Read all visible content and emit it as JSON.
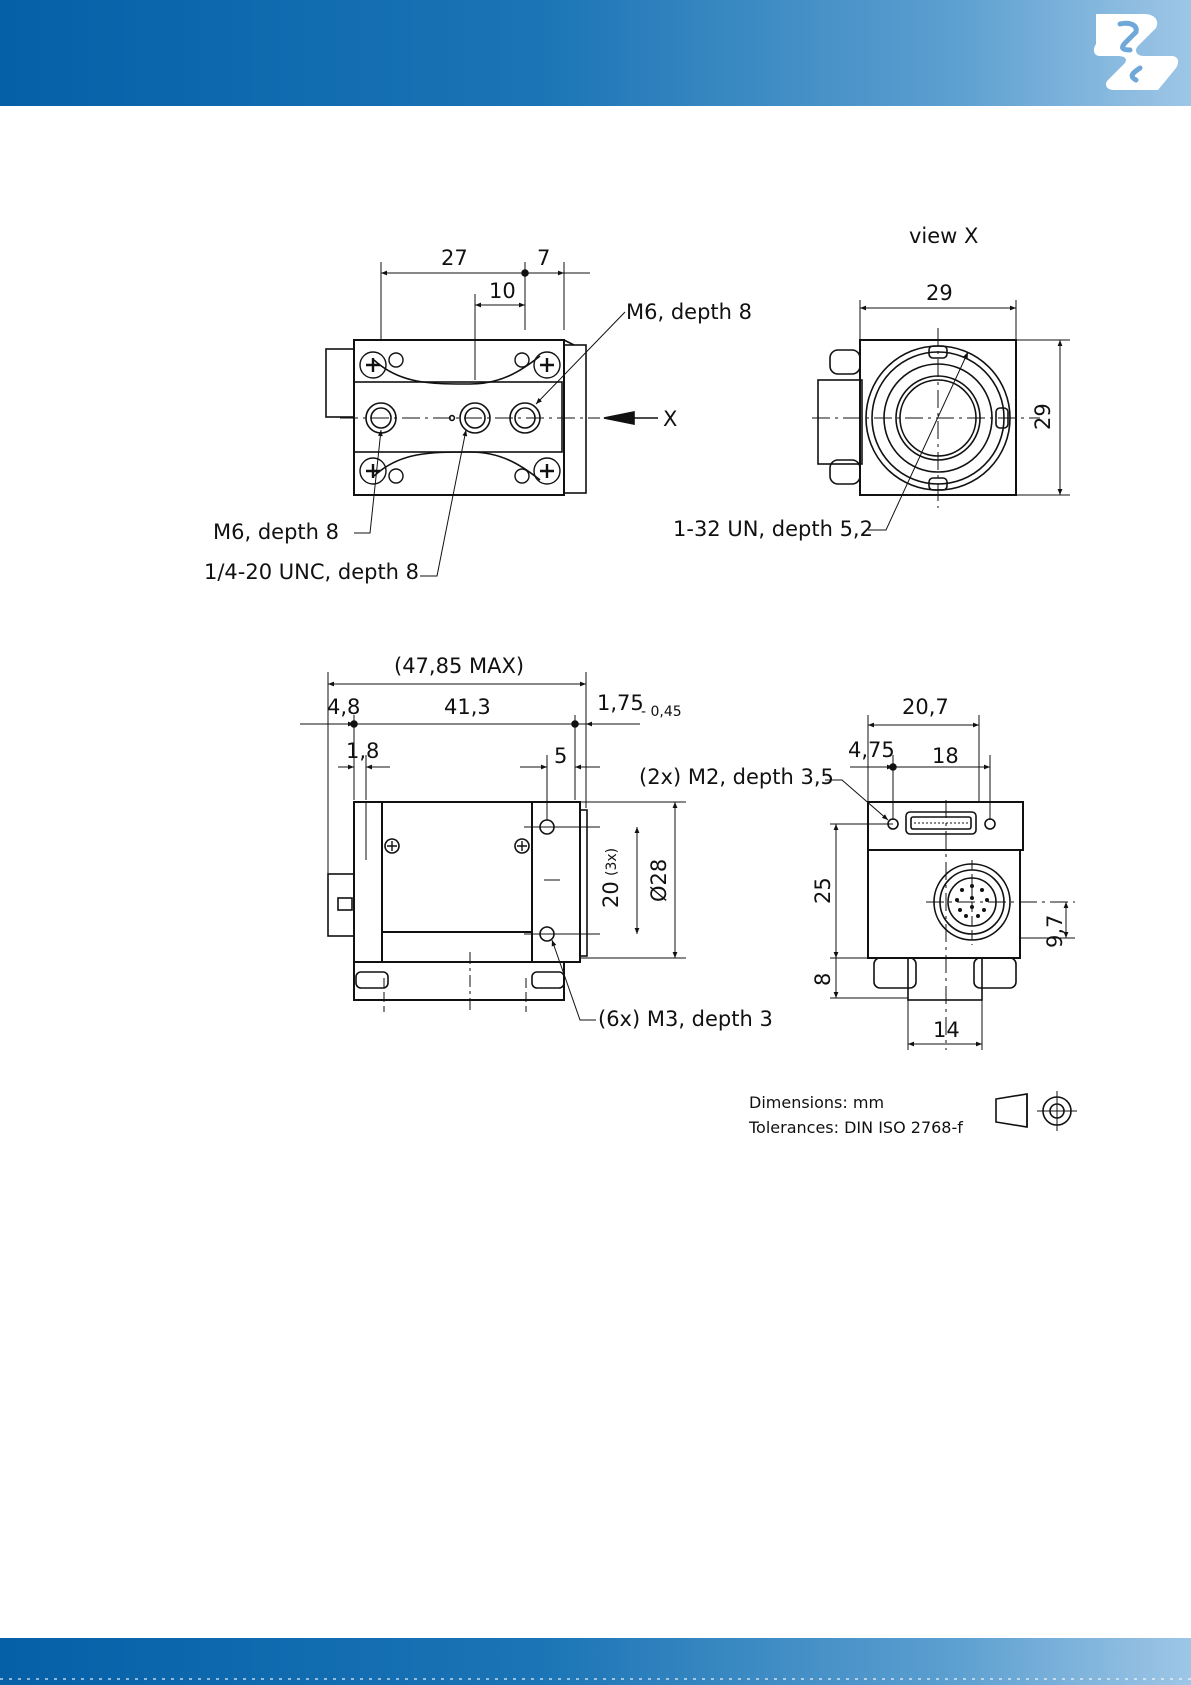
{
  "colors": {
    "band": "#1a74b5",
    "ink": "#1a1a1a",
    "logo": "#ffffff"
  },
  "icons": [
    "s-logo-icon",
    "tolerance-cone-icon",
    "projection-symbol-icon"
  ],
  "top_view": {
    "dim_27": "27",
    "dim_7": "7",
    "dim_10": "10",
    "callout_m6_right": "M6, depth 8",
    "view_marker": "X",
    "callout_m6_left": "M6, depth 8",
    "callout_unc": "1/4-20 UNC, depth 8"
  },
  "view_x": {
    "title": "view X",
    "dim_width": "29",
    "dim_height": "29",
    "callout_thread": "1-32 UN, depth 5,2"
  },
  "side_view": {
    "dim_overall": "(47,85 MAX)",
    "dim_4_8": "4,8",
    "dim_41_3": "41,3",
    "dim_1_75": "1,75",
    "dim_tolerance": "- 0,45",
    "dim_1_8": "1,8",
    "dim_5": "5",
    "dim_20": "20",
    "dim_3x": "(3x)",
    "dim_dia28": "Ø28",
    "callout_m3": "(6x) M3, depth 3"
  },
  "rear_view": {
    "dim_20_7": "20,7",
    "dim_4_75": "4,75",
    "dim_18": "18",
    "callout_m2": "(2x) M2, depth 3,5",
    "dim_25": "25",
    "dim_9_7": "9,7",
    "dim_8": "8",
    "dim_14": "14"
  },
  "notes": {
    "dimensions": "Dimensions: mm",
    "tolerances": "Tolerances: DIN ISO 2768-f"
  }
}
